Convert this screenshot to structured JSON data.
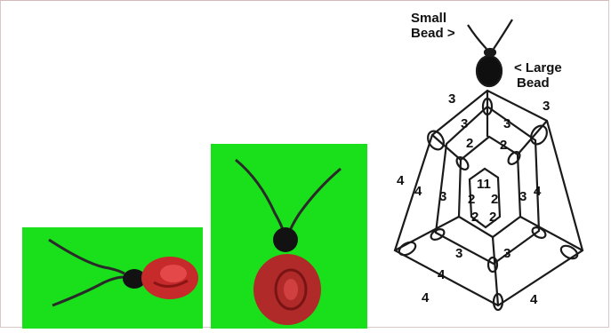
{
  "colors": {
    "screen_bg": "#19e01a",
    "bead_red": "#c62a2a",
    "bead_dark": "#121212",
    "wire": "#2a2a2a"
  },
  "diagram": {
    "small_bead_label_line1": "Small",
    "small_bead_label_line2": "Bead >",
    "large_bead_label_line1": "< Large",
    "large_bead_label_line2": "Bead",
    "counts": [
      "3",
      "3",
      "3",
      "3",
      "2",
      "2",
      "11",
      "2",
      "2",
      "2",
      "2",
      "4",
      "4",
      "3",
      "3",
      "4",
      "3",
      "3",
      "4",
      "4",
      "4"
    ]
  }
}
